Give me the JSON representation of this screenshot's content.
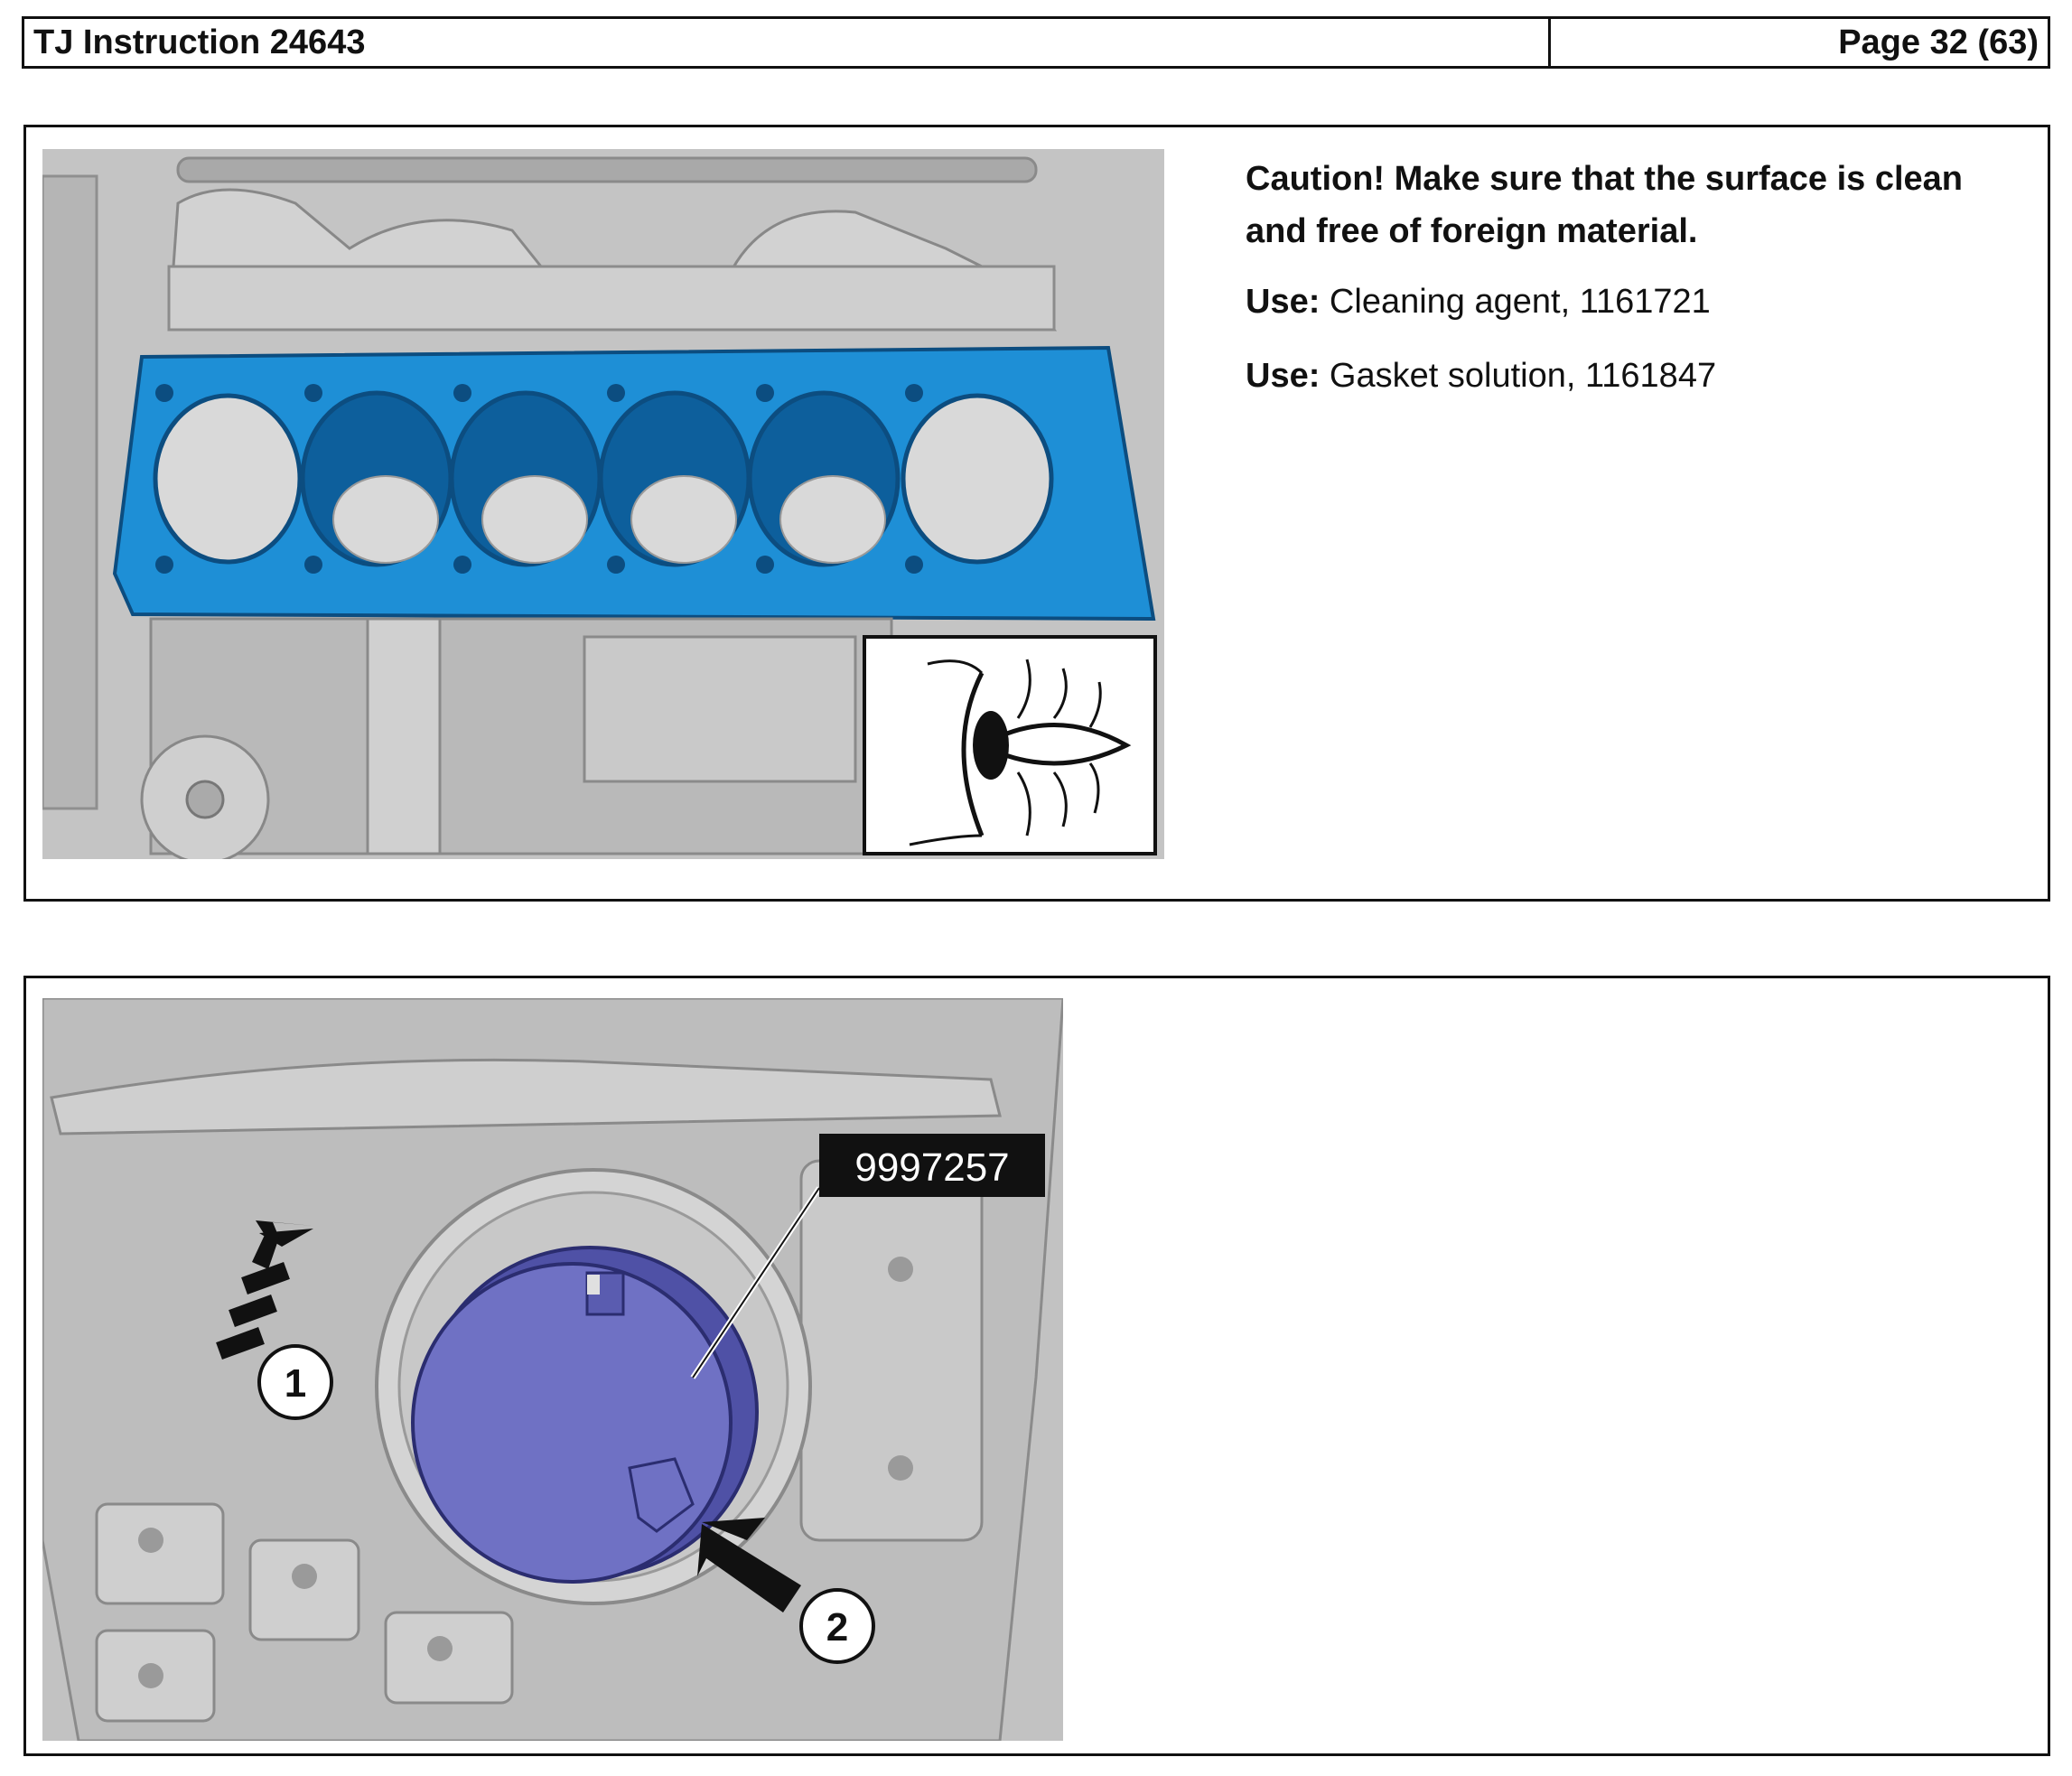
{
  "header": {
    "title": "TJ Instruction 24643",
    "page": "Page 32 (63)"
  },
  "step1": {
    "caution": "Caution!  Make sure that the surface is clean and free of foreign material.",
    "uses": [
      {
        "label": "Use:",
        "text": " Cleaning agent, 1161721"
      },
      {
        "label": "Use:",
        "text": " Gasket solution, 1161847"
      }
    ],
    "gasket_color": "#1e8fd6",
    "icon": "inspect-eye-icon"
  },
  "step2": {
    "tool_label": "9997257",
    "callouts": [
      "1",
      "2"
    ],
    "tool_color": "#6f71c4"
  }
}
